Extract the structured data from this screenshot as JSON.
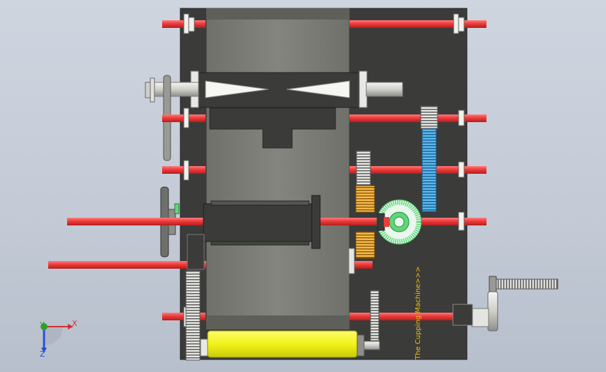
{
  "view": {
    "background_top": "#cfd5df",
    "background_bottom": "#b7bfcc"
  },
  "model": {
    "engraved_text": "The Cupping Machine>>>",
    "colors": {
      "frame": "#3b3b39",
      "center_panel": "#7f7f7a",
      "rod": "#ee3b3b",
      "yellow_roller": "#f2f21a",
      "blue_gear": "#3aa2e0",
      "orange_gear": "#f0a020",
      "green_bevel": "#5fd67a",
      "steel": "#d7d7d2"
    }
  },
  "triad": {
    "x_label": "X",
    "y_label": "Y",
    "z_label": "Z",
    "colors": {
      "x": "#d43030",
      "y": "#2aa02a",
      "z": "#2f4fd0"
    }
  }
}
